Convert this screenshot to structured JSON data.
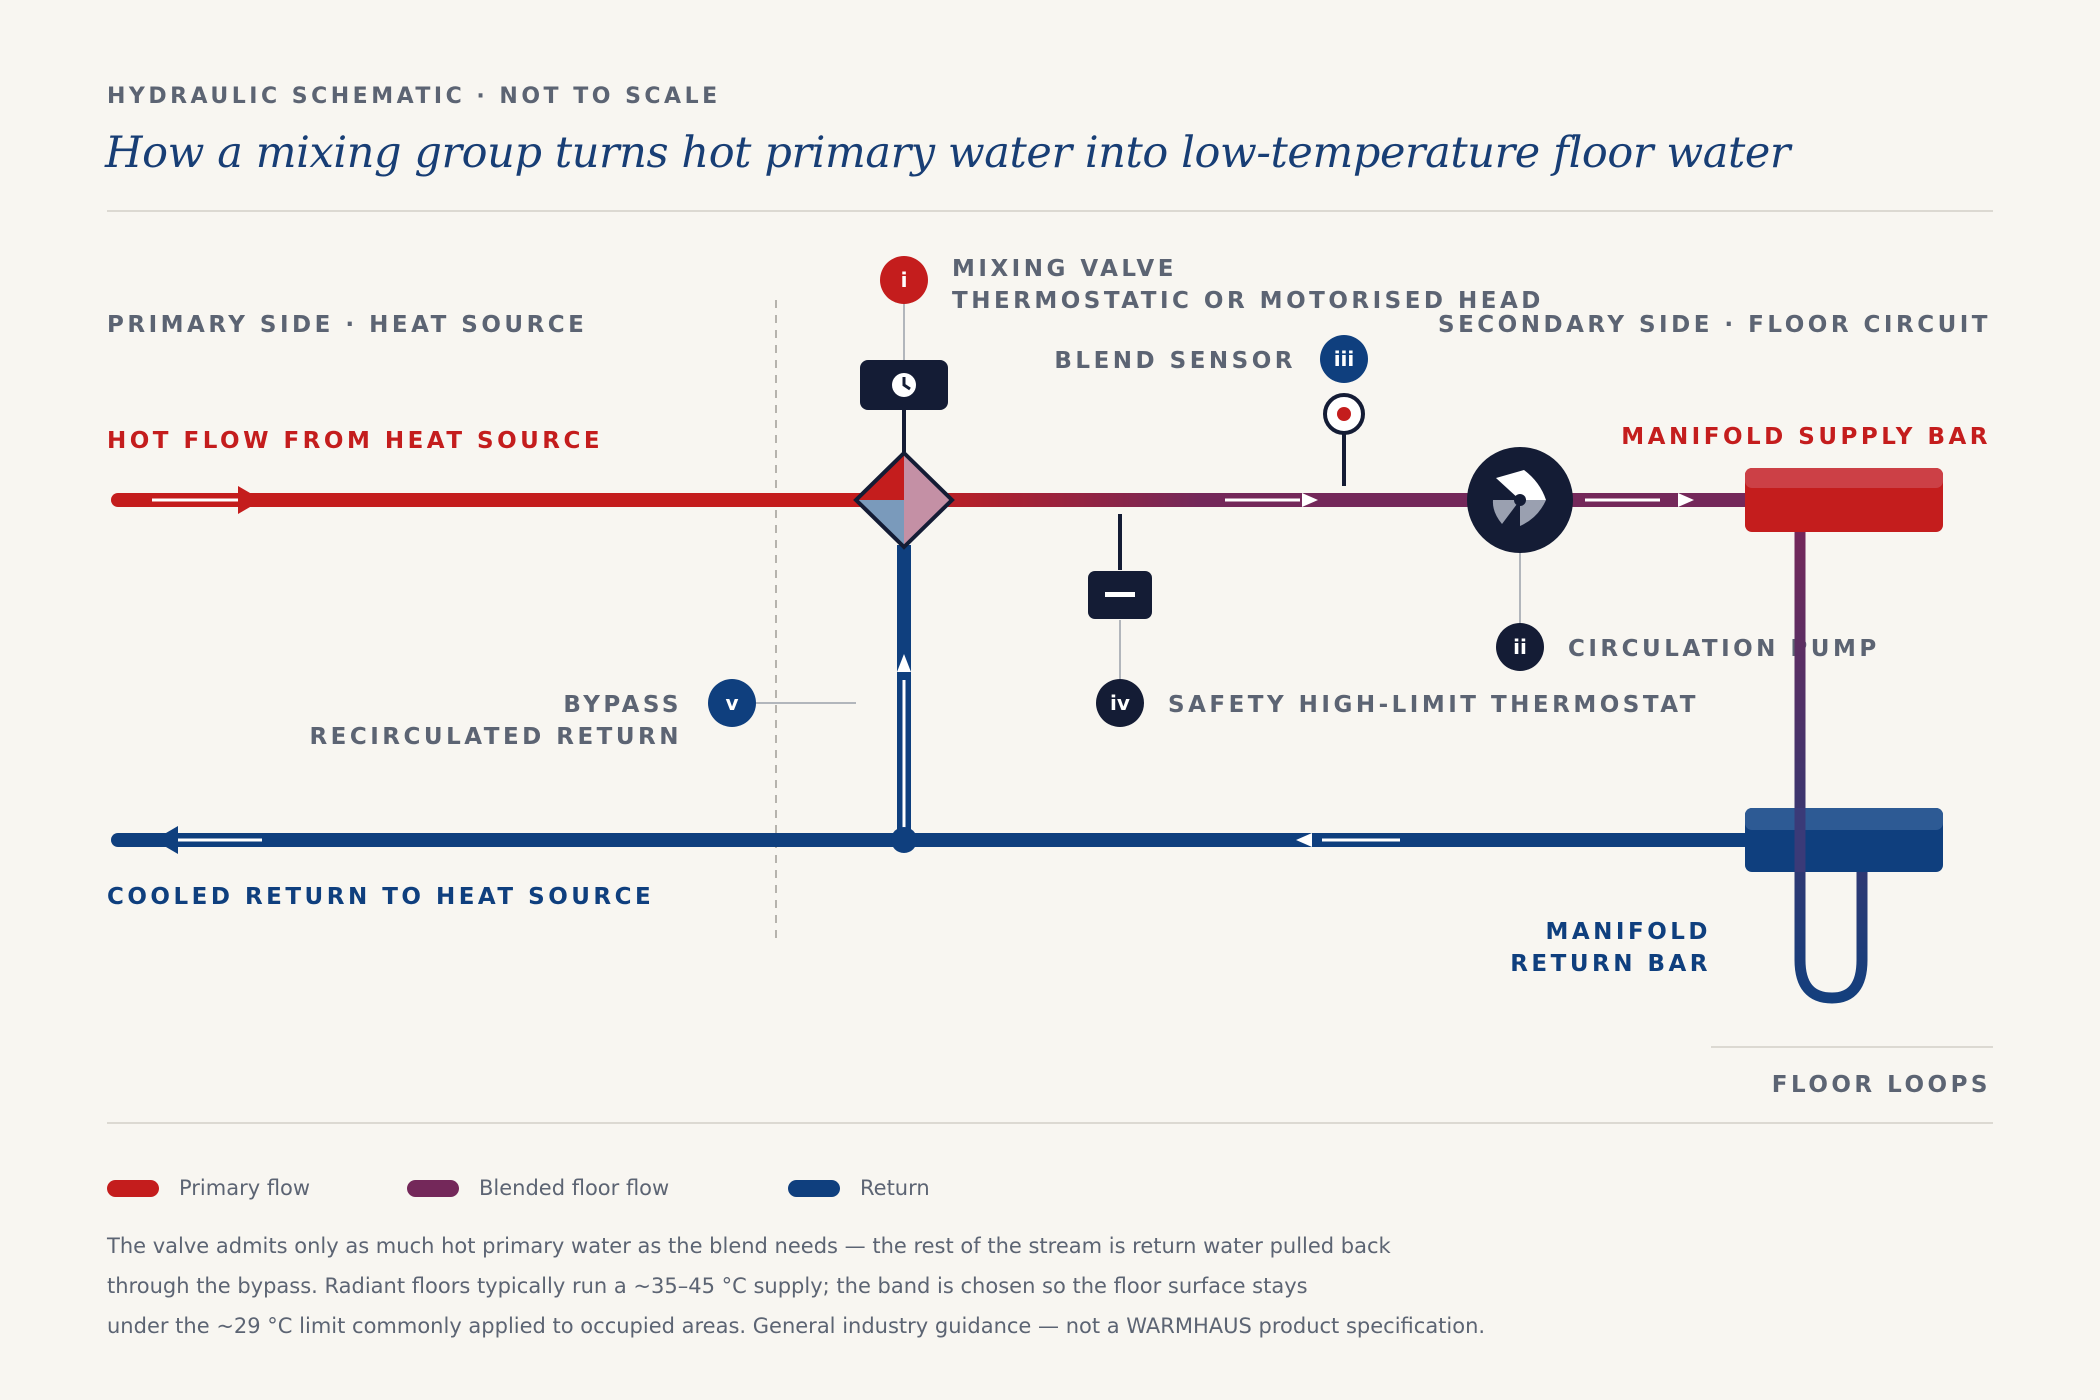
{
  "header": {
    "kicker": "HYDRAULIC SCHEMATIC · NOT TO SCALE",
    "title": "How a mixing group turns hot primary water into low-temperature floor water"
  },
  "zones": {
    "primary": "PRIMARY SIDE · HEAT SOURCE",
    "secondary": "SECONDARY SIDE · FLOOR CIRCUIT",
    "floor_loops": "FLOOR LOOPS"
  },
  "flows": {
    "hot_flow": "HOT FLOW FROM HEAT SOURCE",
    "cooled_return": "COOLED RETURN TO HEAT SOURCE"
  },
  "components": {
    "mixing_valve": {
      "marker": "i",
      "line1": "MIXING VALVE",
      "line2": "THERMOSTATIC OR MOTORISED HEAD"
    },
    "circulation_pump": {
      "marker": "ii",
      "label": "CIRCULATION PUMP"
    },
    "blend_sensor": {
      "marker": "iii",
      "label": "BLEND SENSOR"
    },
    "safety_thermostat": {
      "marker": "iv",
      "label": "SAFETY HIGH-LIMIT THERMOSTAT"
    },
    "bypass": {
      "marker": "v",
      "line1": "BYPASS",
      "line2": "RECIRCULATED RETURN"
    },
    "manifold_supply": {
      "label": "MANIFOLD SUPPLY BAR"
    },
    "manifold_return": {
      "line1": "MANIFOLD",
      "line2": "RETURN BAR"
    }
  },
  "legend": [
    {
      "label": "Primary flow",
      "color": "#c41d1d"
    },
    {
      "label": "Blended floor flow",
      "color": "#74285a"
    },
    {
      "label": "Return",
      "color": "#0f3f7e"
    }
  ],
  "note": {
    "line1": "The valve admits only as much hot primary water as the blend needs — the rest of the stream is return water pulled back",
    "line2": "through the bypass. Radiant floors typically run a ~35–45 °C supply; the band is chosen so the floor surface stays",
    "line3": "under the ~29 °C limit commonly applied to occupied areas. General industry guidance — not a WARMHAUS product specification."
  },
  "colors": {
    "primary": "#c41d1d",
    "blended": "#74285a",
    "return": "#0f3f7e",
    "ink": "#141c35",
    "text_gray": "#5c6473",
    "background": "#f8f6f1"
  }
}
